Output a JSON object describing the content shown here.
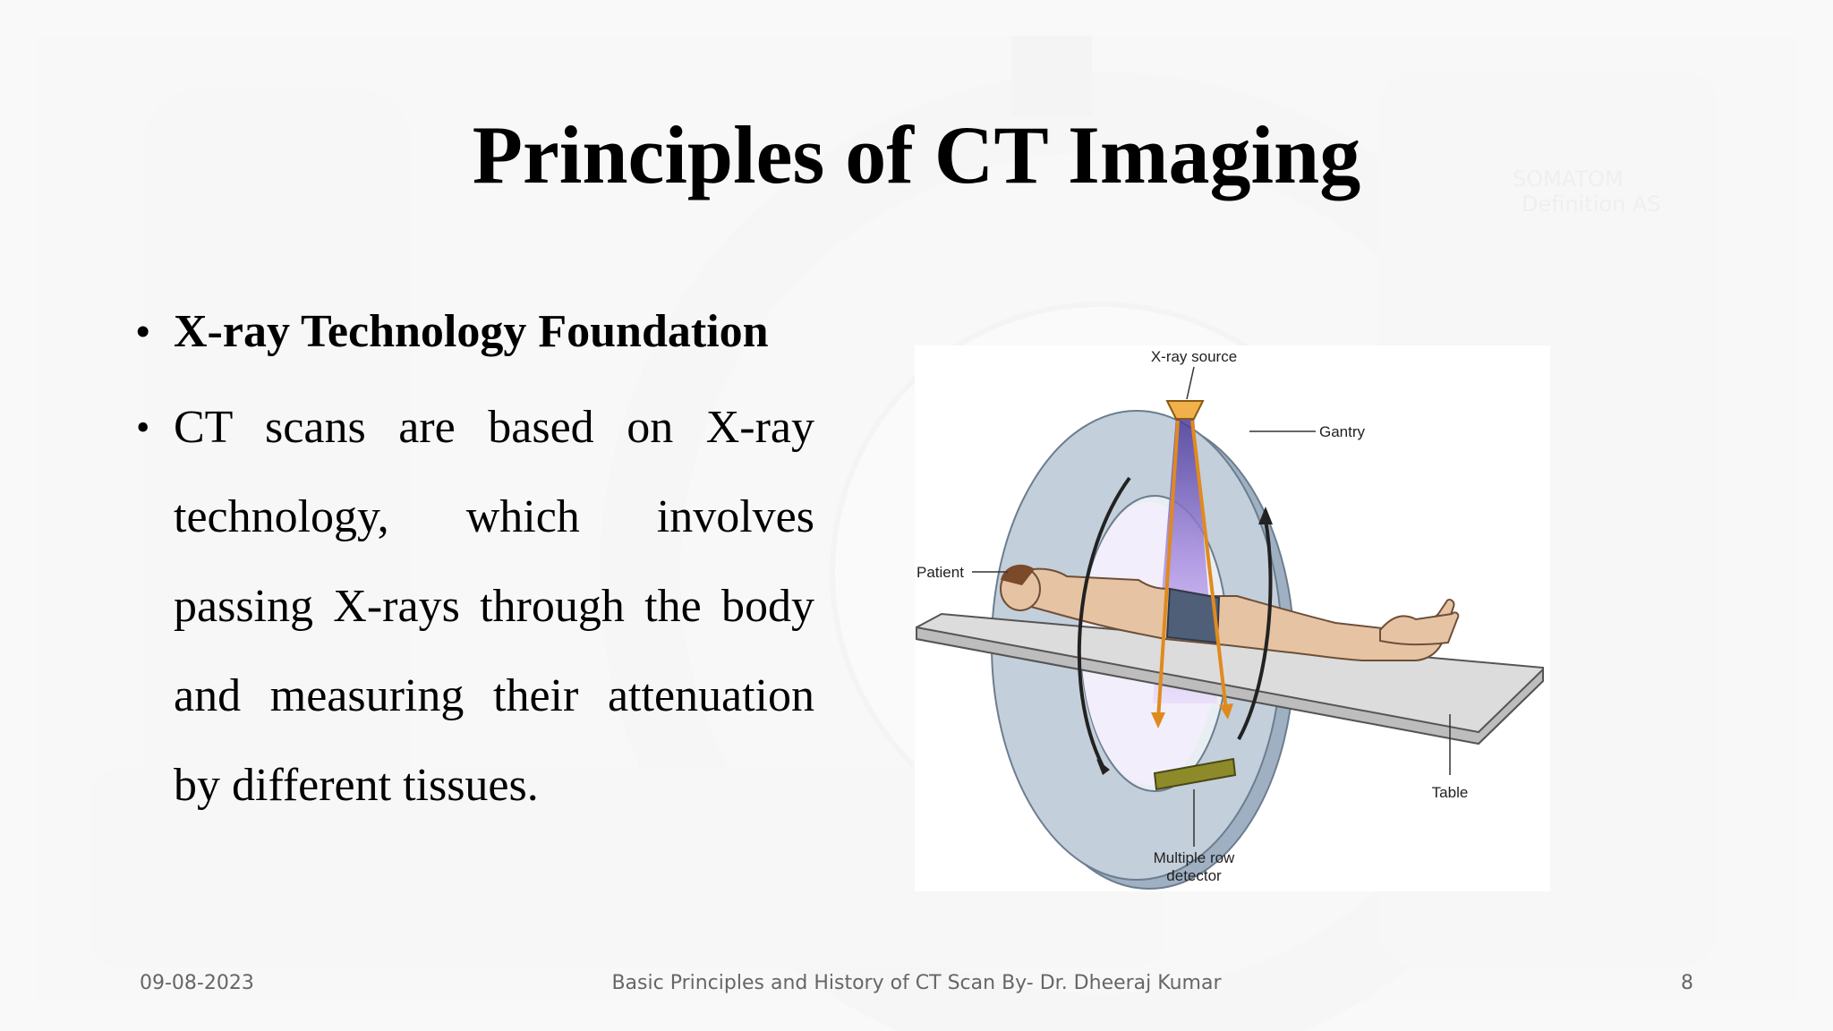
{
  "slide": {
    "title": "Principles of CT Imaging",
    "bullets": [
      {
        "text": "X-ray Technology Foundation",
        "bold": true
      },
      {
        "text": "CT scans are based on X-ray technology, which involves passing X-rays through the body and measuring their attenuation by different tissues.",
        "bold": false
      }
    ],
    "bullet_symbol": "•"
  },
  "diagram": {
    "labels": {
      "xray_source": "X-ray source",
      "gantry": "Gantry",
      "patient": "Patient",
      "table": "Table",
      "detector_line1": "Multiple row",
      "detector_line2": "detector"
    }
  },
  "footer": {
    "date": "09-08-2023",
    "center": "Basic Principles and History of CT Scan By- Dr. Dheeraj Kumar",
    "page": "8"
  },
  "background_text": {
    "line1": "SOMATOM",
    "line2": "Definition AS"
  },
  "colors": {
    "title": "#000000",
    "footer": "#666666",
    "gantry": "#b9c6d3",
    "beam_arrows": "#e08a1e",
    "detector": "#8d8a2a"
  }
}
